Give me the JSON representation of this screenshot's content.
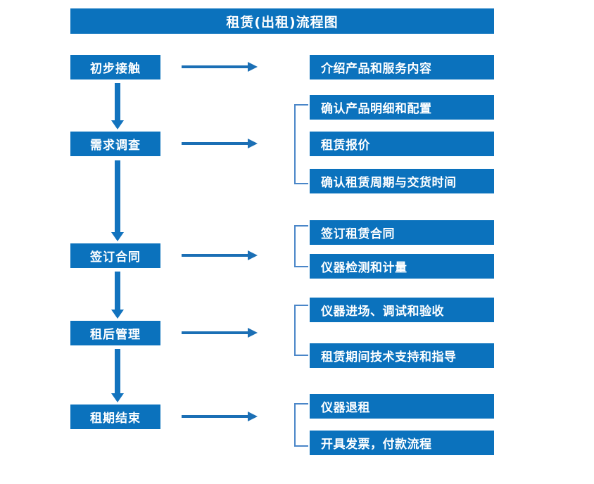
{
  "title": "租赁(出租)流程图",
  "colors": {
    "box_blue": "#0b72bd",
    "arrow_blue": "#1b6fb5",
    "bracket_blue": "#4a86c8",
    "text_white": "#ffffff",
    "background": "#ffffff"
  },
  "stages": [
    {
      "label": "初步接触"
    },
    {
      "label": "需求调查"
    },
    {
      "label": "签订合同"
    },
    {
      "label": "租后管理"
    },
    {
      "label": "租期结束"
    }
  ],
  "details": [
    {
      "label": "介绍产品和服务内容"
    },
    {
      "label": "确认产品明细和配置"
    },
    {
      "label": "租赁报价"
    },
    {
      "label": "确认租赁周期与交货时间"
    },
    {
      "label": "签订租赁合同"
    },
    {
      "label": "仪器检测和计量"
    },
    {
      "label": "仪器进场、调试和验收"
    },
    {
      "label": "租赁期间技术支持和指导"
    },
    {
      "label": "仪器退租"
    },
    {
      "label": "开具发票，付款流程"
    }
  ],
  "chart_data": {
    "type": "diagram",
    "title": "租赁(出租)流程图",
    "orientation": "vertical-flow-with-side-details",
    "nodes": [
      {
        "stage": "初步接触",
        "details": [
          "介绍产品和服务内容"
        ]
      },
      {
        "stage": "需求调查",
        "details": [
          "确认产品明细和配置",
          "租赁报价",
          "确认租赁周期与交货时间"
        ]
      },
      {
        "stage": "签订合同",
        "details": [
          "签订租赁合同",
          "仪器检测和计量"
        ]
      },
      {
        "stage": "租后管理",
        "details": [
          "仪器进场、调试和验收",
          "租赁期间技术支持和指导"
        ]
      },
      {
        "stage": "租期结束",
        "details": [
          "仪器退租",
          "开具发票，付款流程"
        ]
      }
    ],
    "edges": [
      {
        "from": "初步接触",
        "to": "需求调查"
      },
      {
        "from": "需求调查",
        "to": "签订合同"
      },
      {
        "from": "签订合同",
        "to": "租后管理"
      },
      {
        "from": "租后管理",
        "to": "租期结束"
      }
    ]
  }
}
